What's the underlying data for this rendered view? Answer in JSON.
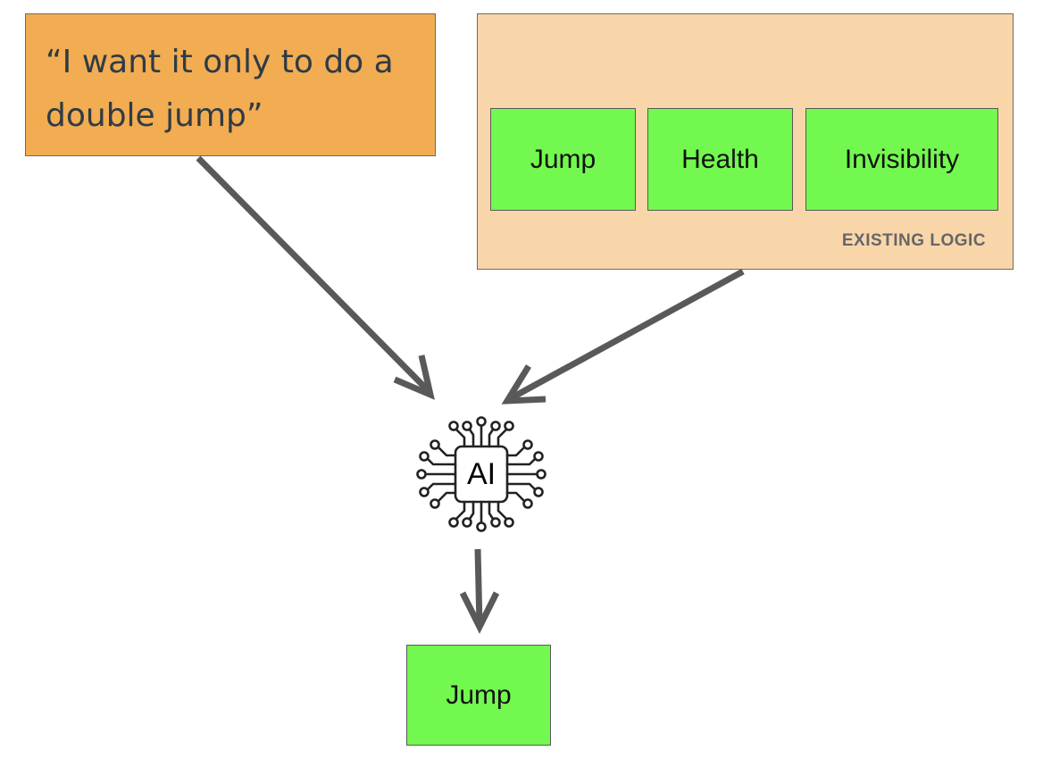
{
  "request": {
    "text": "“I want it only to do a\ndouble jump”"
  },
  "existing_logic": {
    "label": "EXISTING LOGIC",
    "features": [
      "Jump",
      "Health",
      "Invisibility"
    ]
  },
  "ai": {
    "label": "AI",
    "icon": "ai-chip-icon"
  },
  "output": {
    "label": "Jump"
  },
  "colors": {
    "request_fill": "#f2ac52",
    "group_fill": "#f8d6aa",
    "feature_fill": "#72f84e",
    "arrow": "#595959"
  }
}
